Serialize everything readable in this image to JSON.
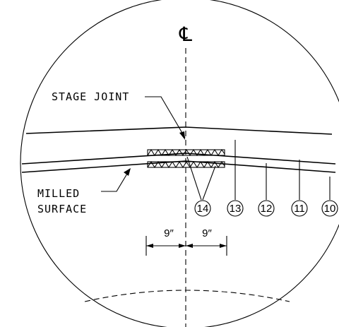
{
  "centerline_symbol": "℄",
  "labels": {
    "stage_joint": "STAGE JOINT",
    "milled_line1": "MILLED",
    "milled_line2": "SURFACE"
  },
  "callouts": [
    "14",
    "13",
    "12",
    "11",
    "10"
  ],
  "dimensions": {
    "left": "9″",
    "right": "9″"
  }
}
